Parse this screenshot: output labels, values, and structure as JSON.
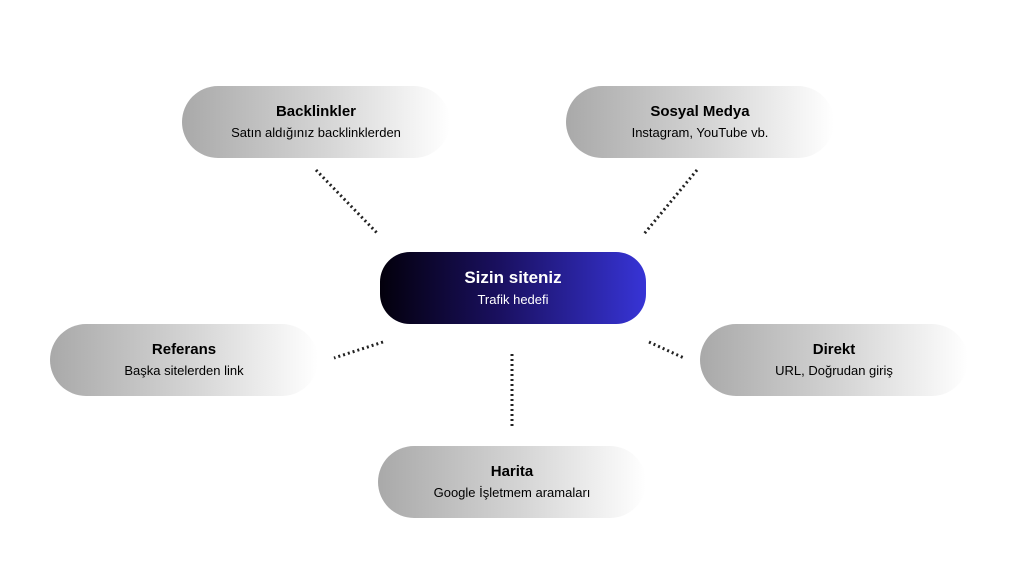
{
  "center": {
    "title": "Sizin siteniz",
    "subtitle": "Trafik hedefi"
  },
  "sources": {
    "backlinks": {
      "title": "Backlinkler",
      "subtitle": "Satın aldığınız backlinklerden"
    },
    "social": {
      "title": "Sosyal Medya",
      "subtitle": "Instagram, YouTube vb."
    },
    "referral": {
      "title": "Referans",
      "subtitle": "Başka sitelerden link"
    },
    "direct": {
      "title": "Direkt",
      "subtitle": "URL, Doğrudan giriş"
    },
    "maps": {
      "title": "Harita",
      "subtitle": "Google İşletmem aramaları"
    }
  },
  "colors": {
    "center_gradient_start": "#03000c",
    "center_gradient_end": "#3734d6",
    "node_gradient_start": "#a9a9a9",
    "node_gradient_end": "#ffffff",
    "connector": "#222222"
  }
}
